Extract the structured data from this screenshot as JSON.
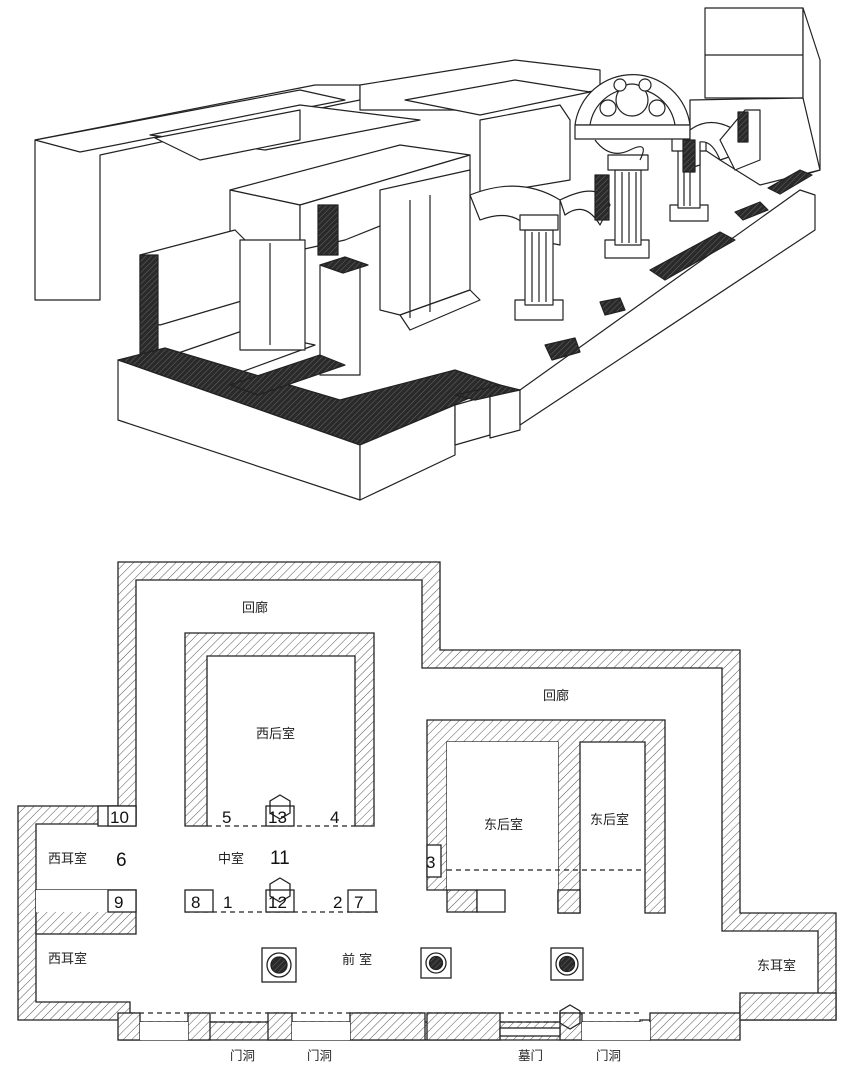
{
  "plan": {
    "rooms": {
      "corridor_north": "回廊",
      "corridor_east": "回廊",
      "west_rear": "西后室",
      "east_rear_1": "东后室",
      "east_rear_2": "东后室",
      "west_ear_upper": "西耳室",
      "west_ear_lower": "西耳室",
      "middle": "中室",
      "front": "前 室",
      "east_ear": "东耳室"
    },
    "numbers": [
      "1",
      "2",
      "3",
      "4",
      "5",
      "6",
      "7",
      "8",
      "9",
      "10",
      "11",
      "12",
      "13"
    ],
    "doors": {
      "door_1": "门洞",
      "door_2": "门洞",
      "main_gate": "墓门",
      "door_3": "门洞"
    }
  },
  "colors": {
    "ink": "#222222",
    "wall_fill": "#ffffff",
    "dark_block": "#333333"
  }
}
